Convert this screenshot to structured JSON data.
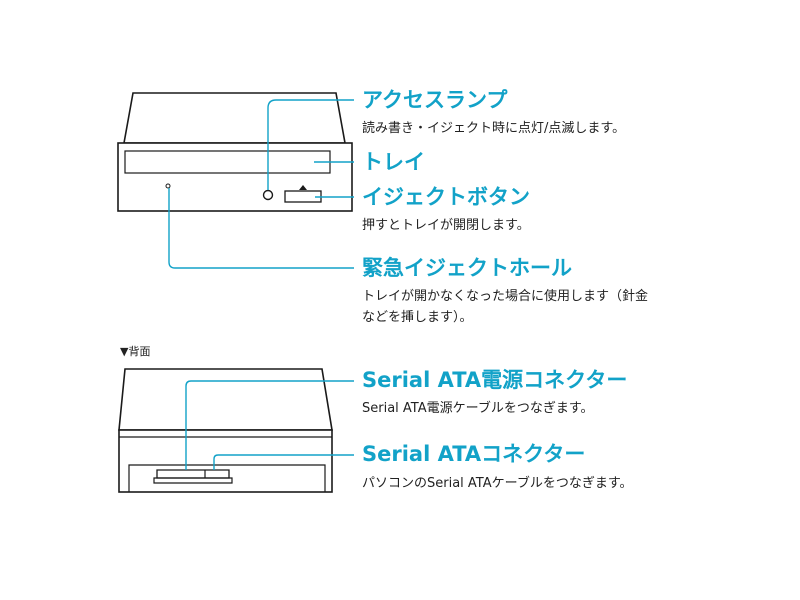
{
  "front": {
    "access_lamp": {
      "title": "アクセスランプ",
      "desc": "読み書き・イジェクト時に点灯/点滅します。"
    },
    "tray": {
      "title": "トレイ"
    },
    "eject_button": {
      "title": "イジェクトボタン",
      "desc": "押すとトレイが開閉します。"
    },
    "emergency_hole": {
      "title": "緊急イジェクトホール",
      "desc_line1": "トレイが開かなくなった場合に使用します（針金",
      "desc_line2": "などを挿します）。"
    }
  },
  "back": {
    "section_label": "▼背面",
    "power_connector": {
      "title": "Serial ATA電源コネクター",
      "desc": "Serial ATA電源ケーブルをつなぎます。"
    },
    "data_connector": {
      "title": "Serial ATAコネクター",
      "desc": "パソコンのSerial ATAケーブルをつなぎます。"
    }
  },
  "colors": {
    "accent": "#12a2c8",
    "line": "#1a1a1a"
  }
}
